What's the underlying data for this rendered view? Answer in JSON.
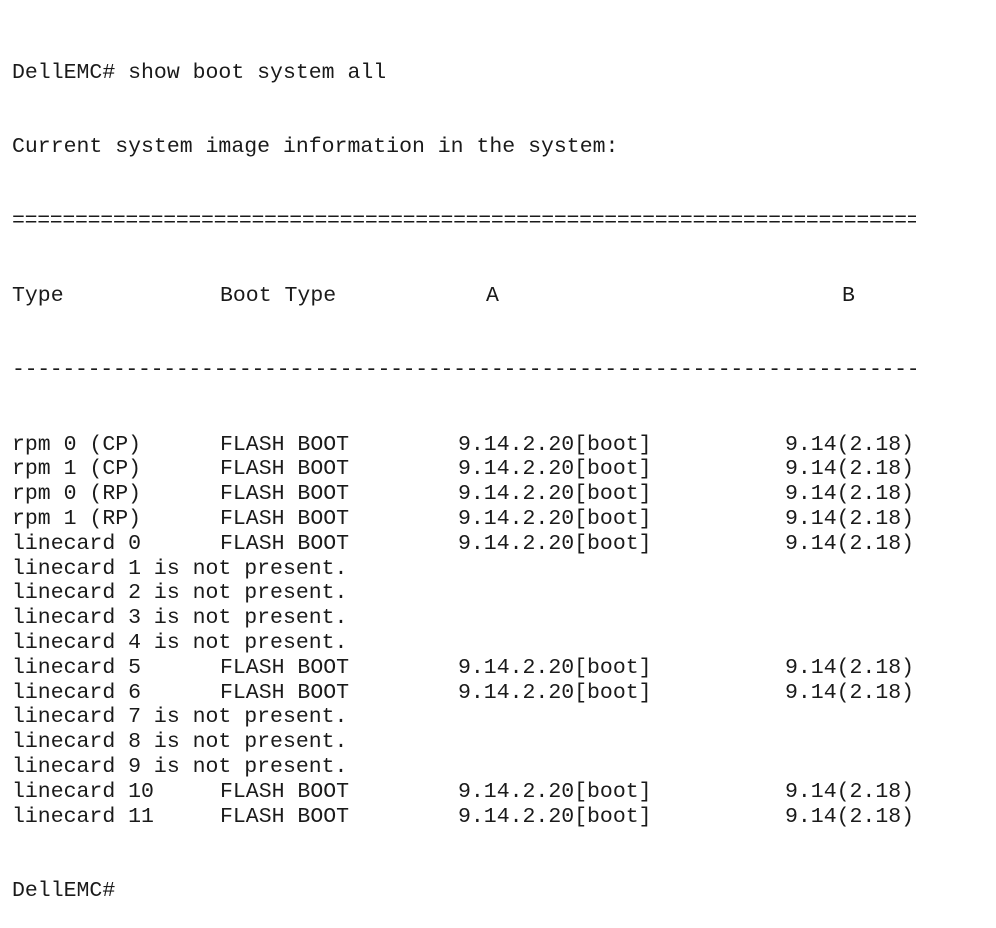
{
  "terminal": {
    "command_line": "DellEMC# show boot system all",
    "info_line": "Current system image information in the system:",
    "double_rule": "=============================================================================",
    "single_rule": "-----------------------------------------------------------------------------",
    "header": {
      "type": "Type",
      "boot_type": "Boot Type",
      "a": "A",
      "b": "B"
    },
    "rows": [
      {
        "type": "rpm 0 (CP)",
        "boot_type": "FLASH BOOT",
        "a": "9.14.2.20[boot]",
        "b": "9.14(2.18)"
      },
      {
        "type": "rpm 1 (CP)",
        "boot_type": "FLASH BOOT",
        "a": "9.14.2.20[boot]",
        "b": "9.14(2.18)"
      },
      {
        "type": "rpm 0 (RP)",
        "boot_type": "FLASH BOOT",
        "a": "9.14.2.20[boot]",
        "b": "9.14(2.18)"
      },
      {
        "type": "rpm 1 (RP)",
        "boot_type": "FLASH BOOT",
        "a": "9.14.2.20[boot]",
        "b": "9.14(2.18)"
      },
      {
        "type": "linecard 0",
        "boot_type": "FLASH BOOT",
        "a": "9.14.2.20[boot]",
        "b": "9.14(2.18)"
      },
      {
        "message": "linecard 1 is not present."
      },
      {
        "message": "linecard 2 is not present."
      },
      {
        "message": "linecard 3 is not present."
      },
      {
        "message": "linecard 4 is not present."
      },
      {
        "type": "linecard 5",
        "boot_type": "FLASH BOOT",
        "a": "9.14.2.20[boot]",
        "b": "9.14(2.18)"
      },
      {
        "type": "linecard 6",
        "boot_type": "FLASH BOOT",
        "a": "9.14.2.20[boot]",
        "b": "9.14(2.18)"
      },
      {
        "message": "linecard 7 is not present."
      },
      {
        "message": "linecard 8 is not present."
      },
      {
        "message": "linecard 9 is not present."
      },
      {
        "type": "linecard 10",
        "boot_type": "FLASH BOOT",
        "a": "9.14.2.20[boot]",
        "b": "9.14(2.18)"
      },
      {
        "type": "linecard 11",
        "boot_type": "FLASH BOOT",
        "a": "9.14.2.20[boot]",
        "b": "9.14(2.18)"
      }
    ],
    "prompt": "DellEMC#"
  }
}
